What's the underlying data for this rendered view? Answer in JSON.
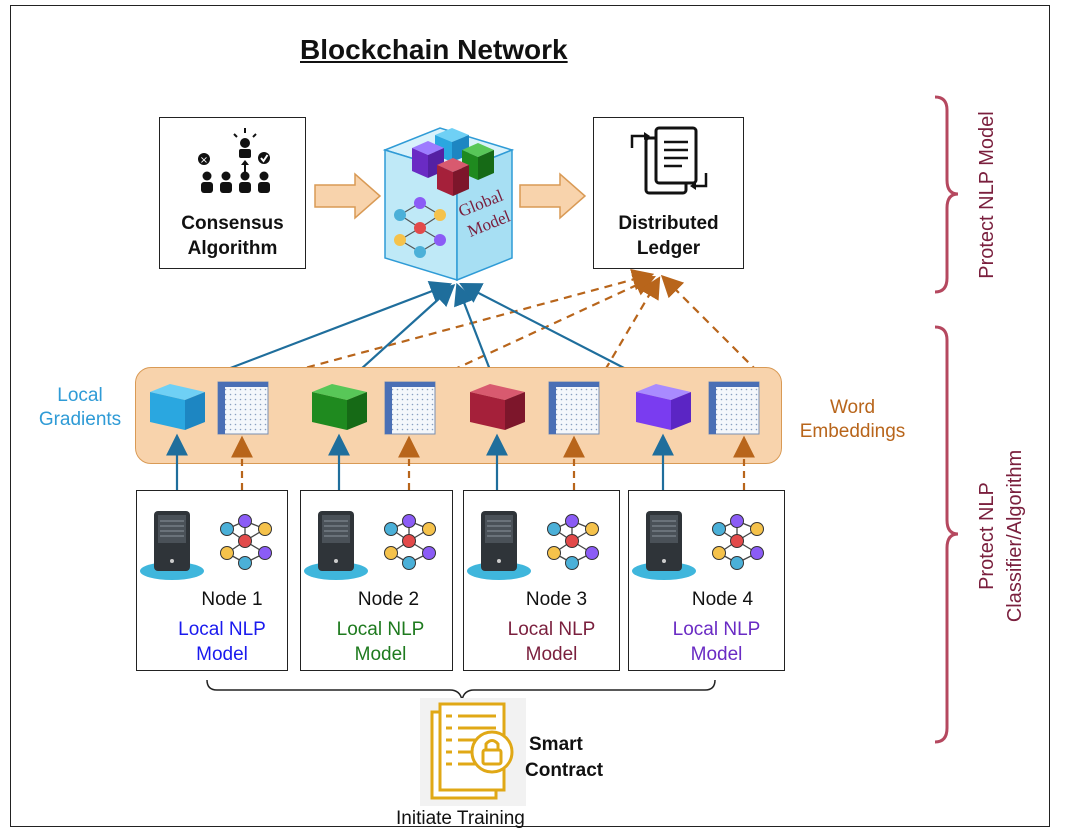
{
  "title": "Blockchain Network",
  "consensus": {
    "line1": "Consensus",
    "line2": "Algorithm"
  },
  "global_model": {
    "line1": "Global",
    "line2": "Model"
  },
  "ledger": {
    "line1": "Distributed",
    "line2": "Ledger"
  },
  "local_gradients": {
    "line1": "Local",
    "line2": "Gradients"
  },
  "word_embeddings": {
    "line1": "Word",
    "line2": "Embeddings"
  },
  "nodes": [
    {
      "name": "Node 1",
      "line1": "Local NLP",
      "line2": "Model",
      "color": "#1a1aee"
    },
    {
      "name": "Node 2",
      "line1": "Local NLP",
      "line2": "Model",
      "color": "#1e7a1e"
    },
    {
      "name": "Node 3",
      "line1": "Local NLP",
      "line2": "Model",
      "color": "#7a1f3d"
    },
    {
      "name": "Node 4",
      "line1": "Local NLP",
      "line2": "Model",
      "color": "#6a2bc4"
    }
  ],
  "smart_contract": {
    "line1": "Smart",
    "line2": "Contract"
  },
  "initiate": "Initiate Training",
  "side_labels": {
    "protect_model": "Protect NLP Model",
    "protect_classifier_1": "Protect NLP",
    "protect_classifier_2": "Classifier/Algorithm"
  },
  "colors": {
    "gradient_blue": "#2f9bd6",
    "embedding_orange": "#b8651b",
    "bracket": "#b5485f",
    "arrow_blue": "#1f6e9c",
    "band_fill": "#f8d3ac"
  }
}
